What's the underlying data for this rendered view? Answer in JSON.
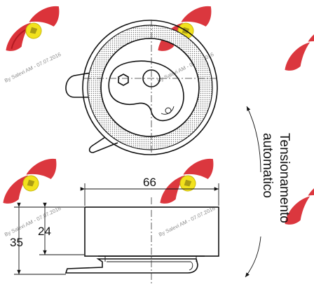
{
  "watermark": {
    "text": "By Salevi AM - 07.07.2016",
    "brand_colors": {
      "wing": "#d8222a",
      "wing_dark": "#a9141b",
      "disc": "#f2e21d"
    }
  },
  "dimensions": {
    "width": "66",
    "total_height": "35",
    "body_height": "24"
  },
  "label": {
    "line1": "Tensionamento",
    "line2": "automatico"
  },
  "colors": {
    "line": "#111111",
    "hatch": "#9a9a9a"
  }
}
